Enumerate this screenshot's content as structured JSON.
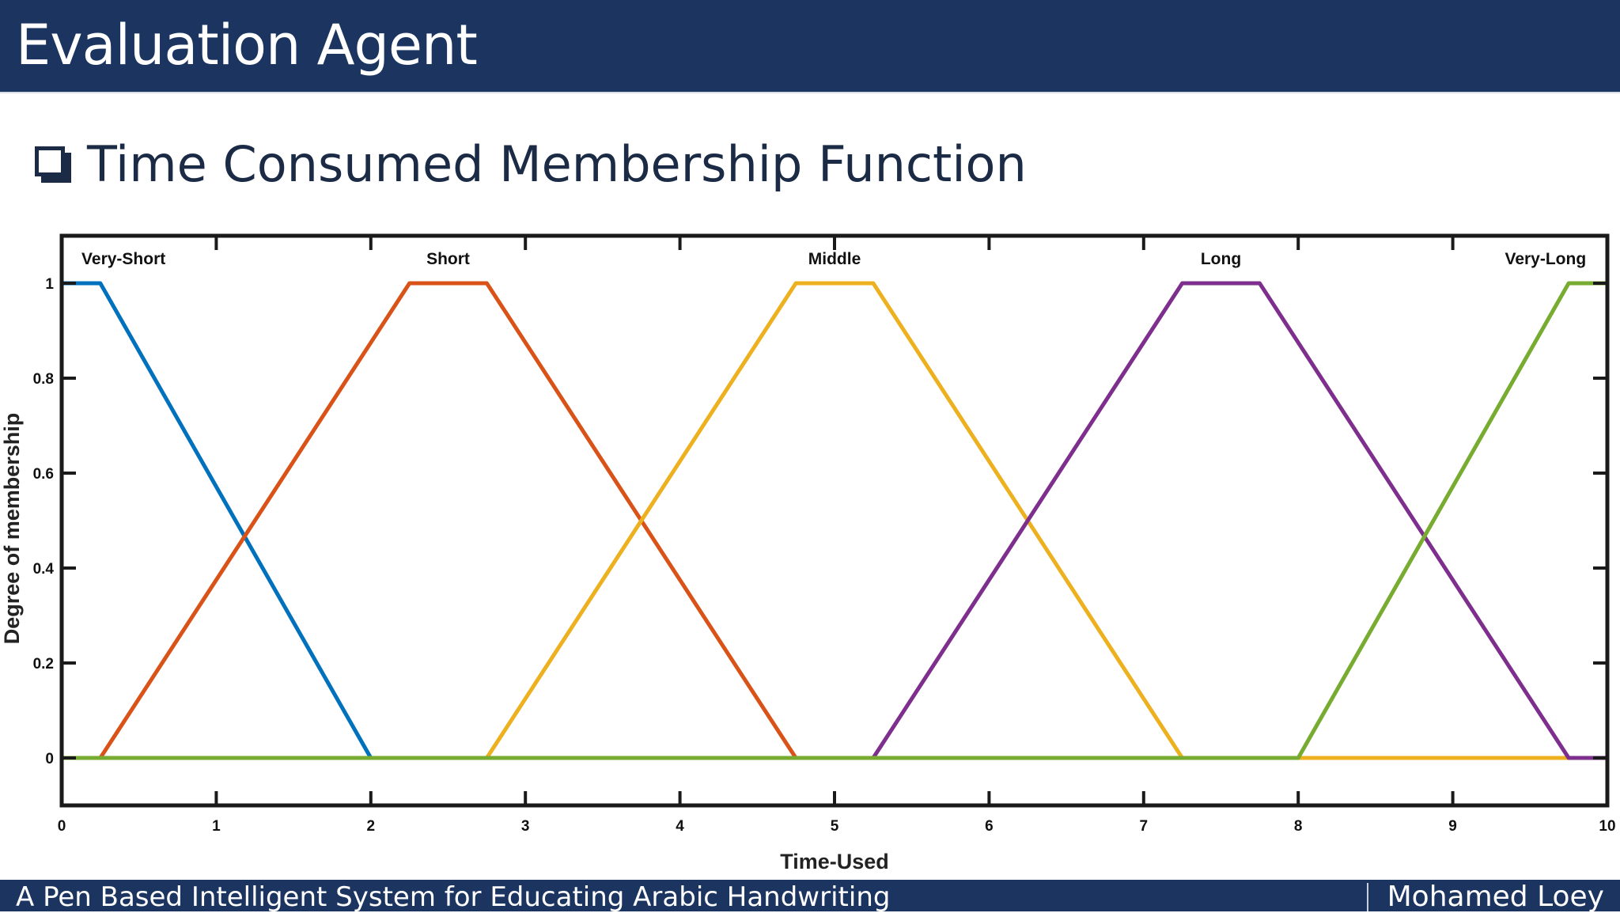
{
  "header": {
    "title": "Evaluation Agent"
  },
  "slide": {
    "subtitle": "Time Consumed Membership Function",
    "bullet_icon": "checkbox-icon"
  },
  "footer": {
    "left_text": "A Pen Based Intelligent System for Educating Arabic Handwriting",
    "right_text": "Mohamed Loey"
  },
  "colors": {
    "header_bg": "#1b3560",
    "subtitle_text": "#1b2a45"
  },
  "chart_data": {
    "type": "line",
    "title": "",
    "xlabel": "Time-Used",
    "ylabel": "Degree of membership",
    "xlim": [
      0,
      10
    ],
    "ylim": [
      -0.1,
      1.1
    ],
    "xticks": [
      0,
      1,
      2,
      3,
      4,
      5,
      6,
      7,
      8,
      9,
      10
    ],
    "yticks": [
      0,
      0.2,
      0.4,
      0.6,
      0.8,
      1
    ],
    "grid": false,
    "series": [
      {
        "name": "Very-Short",
        "color": "#0072bd",
        "x": [
          0,
          0.25,
          2,
          10
        ],
        "y": [
          1,
          1,
          0,
          0
        ]
      },
      {
        "name": "Short",
        "color": "#d95319",
        "x": [
          0,
          0.25,
          2.25,
          2.75,
          4.75,
          10
        ],
        "y": [
          0,
          0,
          1,
          1,
          0,
          0
        ]
      },
      {
        "name": "Middle",
        "color": "#edb120",
        "x": [
          0,
          2.75,
          4.75,
          5.25,
          7.25,
          10
        ],
        "y": [
          0,
          0,
          1,
          1,
          0,
          0
        ]
      },
      {
        "name": "Long",
        "color": "#7e2f8e",
        "x": [
          0,
          5.25,
          7.25,
          7.75,
          9.75,
          10
        ],
        "y": [
          0,
          0,
          1,
          1,
          0,
          0
        ]
      },
      {
        "name": "Very-Long",
        "color": "#77ac30",
        "x": [
          0,
          8,
          9.75,
          10
        ],
        "y": [
          0,
          0,
          1,
          1
        ]
      }
    ],
    "mf_labels": [
      {
        "text": "Very-Short",
        "x": 0.4
      },
      {
        "text": "Short",
        "x": 2.5
      },
      {
        "text": "Middle",
        "x": 5
      },
      {
        "text": "Long",
        "x": 7.5
      },
      {
        "text": "Very-Long",
        "x": 9.6
      }
    ]
  }
}
